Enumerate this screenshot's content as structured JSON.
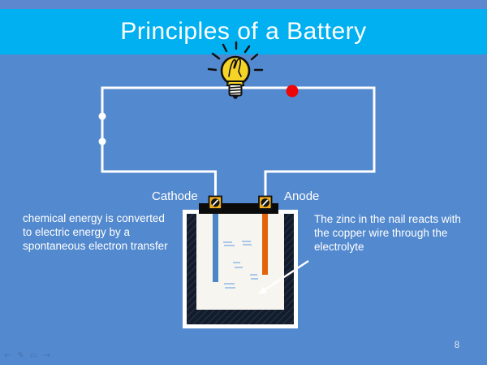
{
  "slide": {
    "title": "Principles of a Battery",
    "number": "8",
    "labels": {
      "cathode": "Cathode",
      "anode": "Anode"
    },
    "caption_left_lines": [
      "chemical energy is converted",
      "to electric energy by a",
      "spontaneous electron transfer"
    ],
    "caption_right_lines": [
      "The zinc in the nail reacts with",
      "the copper wire through the",
      "electrolyte"
    ]
  },
  "nav": {
    "icons": [
      {
        "name": "previous-slide",
        "glyph": "←"
      },
      {
        "name": "pen-tool",
        "glyph": "✎"
      },
      {
        "name": "slide-menu",
        "glyph": "▭"
      },
      {
        "name": "next-slide",
        "glyph": "→"
      }
    ]
  },
  "colors": {
    "background": "#5389ce",
    "top_strip": "#5d87cf",
    "title_band": "#00b0f0",
    "title_text": "#ffffff",
    "wire": "#ffffff",
    "bulb_yellow": "#f5d327",
    "indicator_red": "#ee0505",
    "beaker_wall": "#131c2a",
    "electrolyte": "#f7f5ef",
    "electrode_blue": "#4d86c6",
    "electrode_orange": "#e2650e",
    "terminal_yellow": "#f2b01e",
    "ripple_blue": "#aac8ea"
  }
}
